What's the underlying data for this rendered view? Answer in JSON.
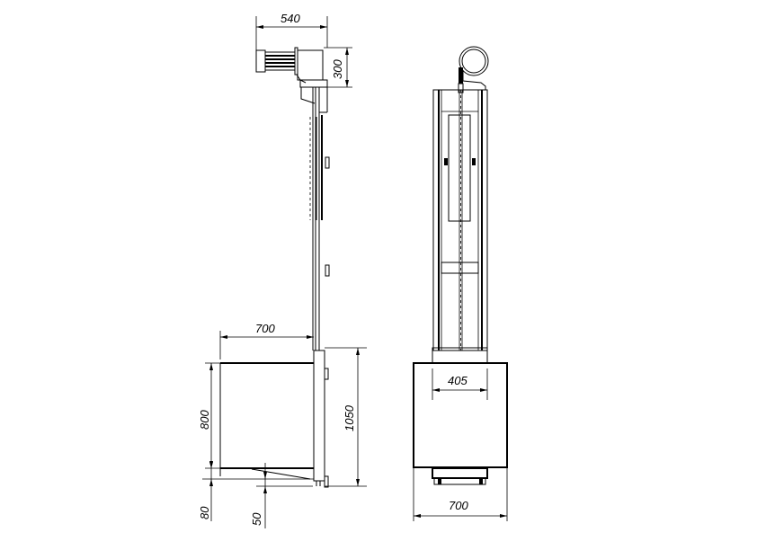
{
  "drawing": {
    "type": "technical-drawing",
    "views": [
      "side-view",
      "front-view"
    ],
    "colors": {
      "line": "#000000",
      "background": "#ffffff"
    }
  },
  "dimensions": {
    "motor_width": "540",
    "motor_height": "300",
    "platform_width_side": "700",
    "platform_height": "800",
    "column_base_height": "1050",
    "bottom_offset": "80",
    "ramp_height": "50",
    "column_width_front": "405",
    "platform_width_front": "700"
  }
}
